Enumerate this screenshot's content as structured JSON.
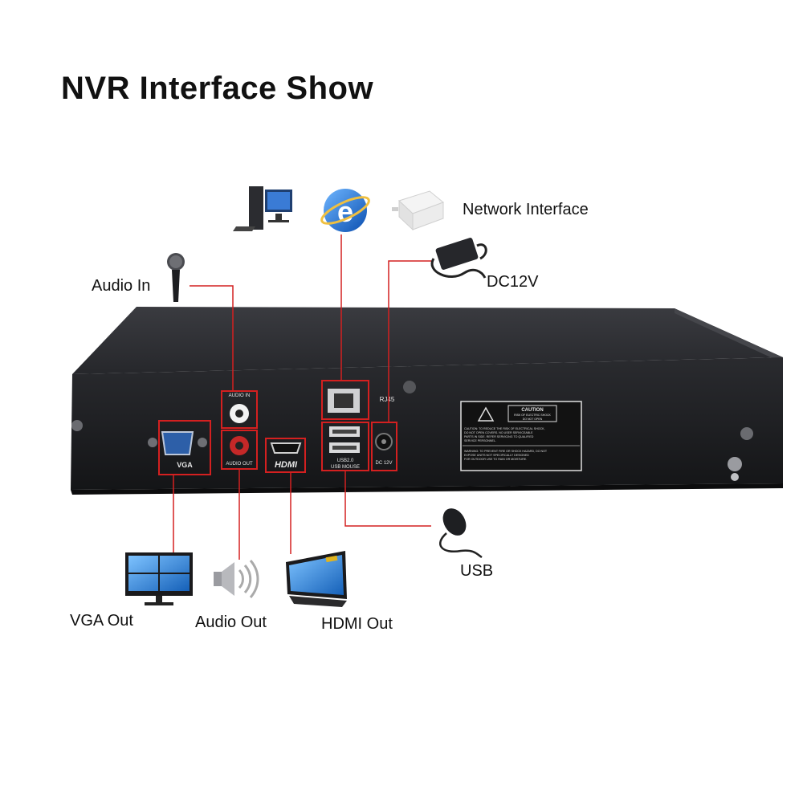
{
  "title": "NVR Interface Show",
  "labels": {
    "network_interface": "Network Interface",
    "dc12v": "DC12V",
    "audio_in": "Audio In",
    "usb": "USB",
    "vga_out": "VGA Out",
    "audio_out": "Audio Out",
    "hdmi_out": "HDMI Out"
  },
  "panel": {
    "audio_in": "AUDIO IN",
    "audio_out": "AUDIO OUT",
    "vga": "VGA",
    "hdmi": "HDMI",
    "rj45": "RJ45",
    "usb_line1": "USB2.0",
    "usb_line2": "USB MOUSE",
    "dc": "DC 12V",
    "caution": "CAUTION",
    "caution_sub1": "RISK OF ELECTRIC SHOCK",
    "caution_sub2": "DO NOT OPEN",
    "caution_text": [
      "CAUTION: TO REDUCE THE RISK OF ELECTRICAL SHOCK,",
      "DO NOT OPEN COVERS. NO USER SERVICEABLE",
      "PARTS IN SIDE. REFER SERVICING TO QUALIFIED",
      "SERVICE PERSONNEL."
    ],
    "warning_text": [
      "WARNING: TO PREVENT FIRE OR SHOCK HAZARD, DO NOT",
      "EXPOSE UNITS NOT SPECIFICALLY DESIGNED",
      "FOR OUTDOOR USE TO RAIN OR MOISTURE."
    ]
  },
  "colors": {
    "accent": "#d42020",
    "chassis": "#1c1d20",
    "top": "#2e2f33"
  }
}
